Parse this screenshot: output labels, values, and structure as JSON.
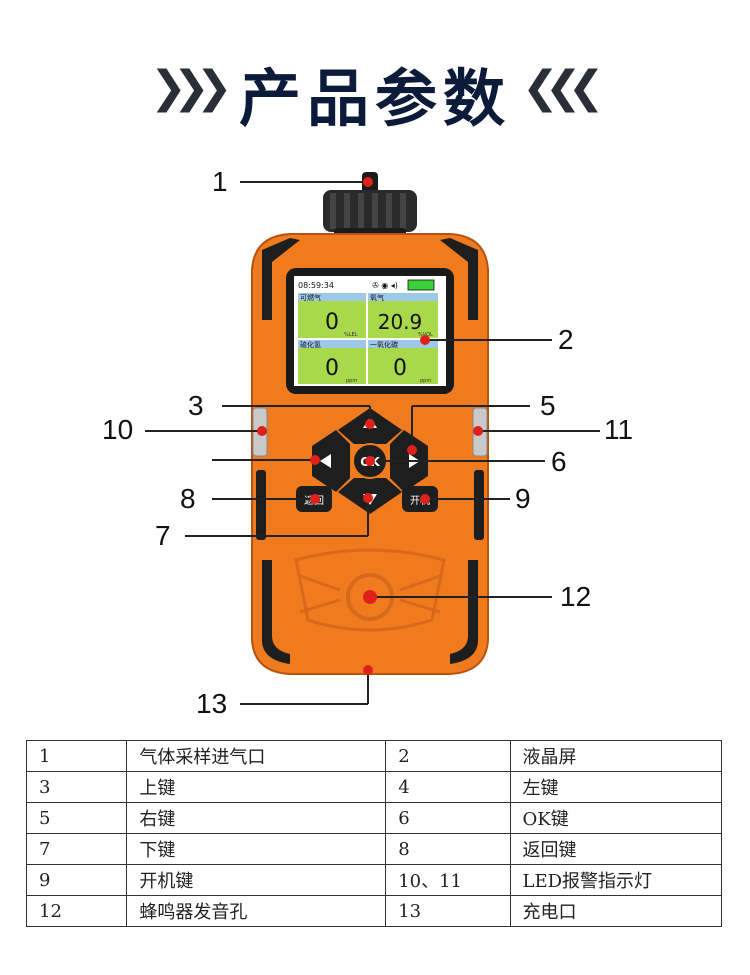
{
  "title": "产品参数",
  "screen": {
    "time": "08:59:34",
    "cells": [
      {
        "name": "可燃气",
        "value": "0",
        "unit": "%LEL"
      },
      {
        "name": "氧气",
        "value": "20.9",
        "unit": "%VOL"
      },
      {
        "name": "硫化氢",
        "value": "0",
        "unit": "ppm"
      },
      {
        "name": "一氧化碳",
        "value": "0",
        "unit": "ppm"
      }
    ]
  },
  "buttons": {
    "ok": "OK",
    "back": "返回",
    "power": "开机"
  },
  "callouts": [
    "1",
    "2",
    "3",
    "5",
    "6",
    "7",
    "8",
    "9",
    "10",
    "11",
    "12",
    "13"
  ],
  "table": [
    [
      "1",
      "气体采样进气口",
      "2",
      "液晶屏"
    ],
    [
      "3",
      "上键",
      "4",
      "左键"
    ],
    [
      "5",
      "右键",
      "6",
      "OK键"
    ],
    [
      "7",
      "下键",
      "8",
      "返回键"
    ],
    [
      "9",
      "开机键",
      "10、11",
      "LED报警指示灯"
    ],
    [
      "12",
      "蜂鸣器发音孔",
      "13",
      "充电口"
    ]
  ],
  "colors": {
    "body": "#f07a1e",
    "rubber": "#1e1e1e",
    "screen_cell": "#a8d94a",
    "screen_header": "#9ec9e6",
    "dot": "#e0201a"
  }
}
